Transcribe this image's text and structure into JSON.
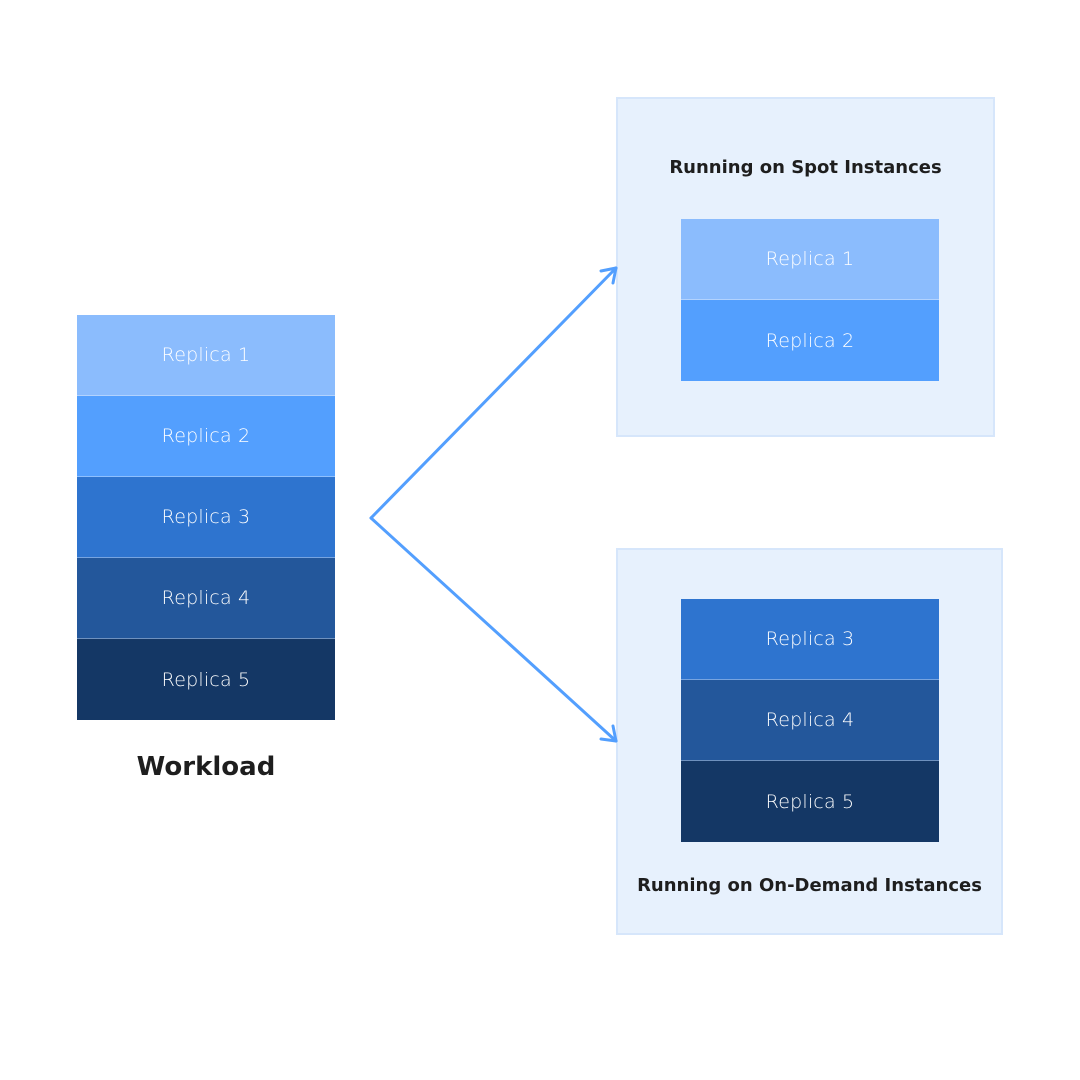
{
  "workload": {
    "label": "Workload",
    "replicas": [
      "Replica 1",
      "Replica 2",
      "Replica 3",
      "Replica 4",
      "Replica 5"
    ]
  },
  "spot": {
    "title": "Running on Spot Instances",
    "replicas": [
      "Replica 1",
      "Replica 2"
    ]
  },
  "ondemand": {
    "title": "Running on On-Demand Instances",
    "replicas": [
      "Replica 3",
      "Replica 4",
      "Replica 5"
    ]
  },
  "colors": {
    "replica_1": "#8bbcfd",
    "replica_2": "#539ffe",
    "replica_3": "#2e74cf",
    "replica_4": "#23579b",
    "replica_5": "#143765",
    "panel_bg": "#e7f1fd",
    "arrow": "#539ffe"
  }
}
